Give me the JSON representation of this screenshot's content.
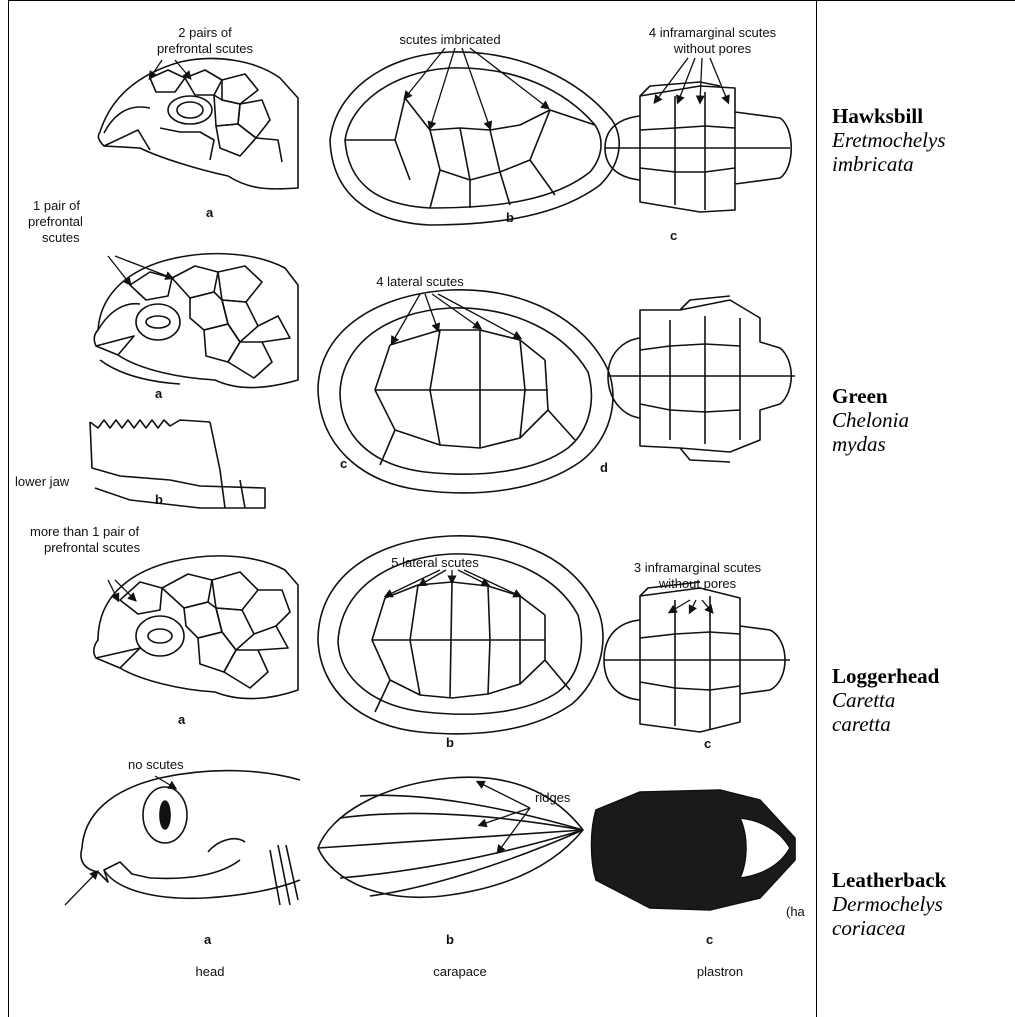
{
  "figure": {
    "columns": {
      "head": "head",
      "carapace": "carapace",
      "plastron": "plastron"
    },
    "rows": [
      {
        "common": "Hawksbill",
        "genus": "Eretmochelys",
        "species": "imbricata",
        "head_note": [
          "2 pairs of",
          "prefrontal scutes"
        ],
        "head_letter": "a",
        "carapace_note": "scutes imbricated",
        "carapace_letter": "b",
        "plastron_note": [
          "4 inframarginal scutes",
          "without pores"
        ],
        "plastron_letter": "c"
      },
      {
        "common": "Green",
        "genus": "Chelonia",
        "species": "mydas",
        "head_note": [
          "1 pair of",
          "prefrontal",
          "scutes"
        ],
        "head_letter": "a",
        "jaw_note": "lower jaw",
        "jaw_letter": "b",
        "carapace_note": "4 lateral scutes",
        "carapace_letter": "c",
        "plastron_letter": "d"
      },
      {
        "common": "Loggerhead",
        "genus": "Caretta",
        "species": "caretta",
        "head_note": [
          "more than 1 pair of",
          "prefrontal scutes"
        ],
        "head_letter": "a",
        "carapace_note": "5 lateral scutes",
        "carapace_letter": "b",
        "plastron_note": [
          "3 inframarginal scutes",
          "without pores"
        ],
        "plastron_letter": "c"
      },
      {
        "common": "Leatherback",
        "genus": "Dermochelys",
        "species": "coriacea",
        "head_note": "no scutes",
        "head_letter": "a",
        "carapace_note": "ridges",
        "carapace_letter": "b",
        "plastron_letter": "c",
        "cut_note": "(ha"
      }
    ]
  }
}
